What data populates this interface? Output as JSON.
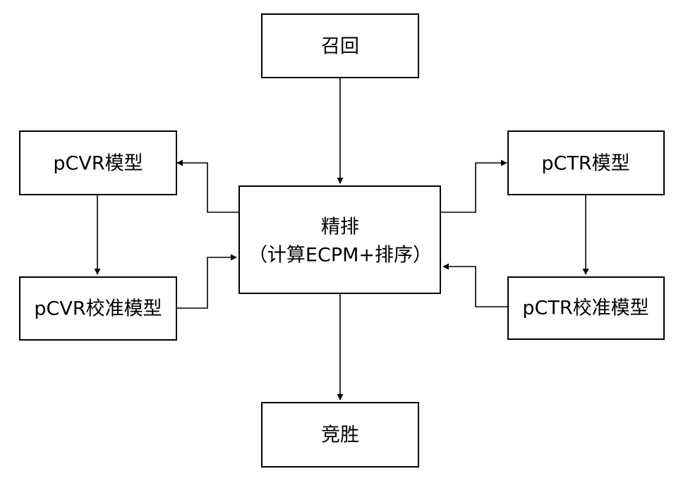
{
  "diagram": {
    "nodes": {
      "recall": {
        "label": "召回"
      },
      "ranking": {
        "label_line1": "精排",
        "label_line2": "（计算ECPM+排序）"
      },
      "pcvr_model": {
        "label": "pCVR模型"
      },
      "pcvr_calibration": {
        "label": "pCVR校准模型"
      },
      "pctr_model": {
        "label": "pCTR模型"
      },
      "pctr_calibration": {
        "label": "pCTR校准模型"
      },
      "bidding": {
        "label": "竞胜"
      }
    },
    "edges": [
      {
        "from": "召回",
        "to": "精排"
      },
      {
        "from": "精排",
        "to": "pCVR模型"
      },
      {
        "from": "pCVR模型",
        "to": "pCVR校准模型"
      },
      {
        "from": "pCVR校准模型",
        "to": "精排"
      },
      {
        "from": "精排",
        "to": "pCTR模型"
      },
      {
        "from": "pCTR模型",
        "to": "pCTR校准模型"
      },
      {
        "from": "pCTR校准模型",
        "to": "精排"
      },
      {
        "from": "精排",
        "to": "竞胜"
      }
    ],
    "colors": {
      "stroke": "#000000",
      "fill": "#ffffff",
      "text": "#000000"
    }
  }
}
